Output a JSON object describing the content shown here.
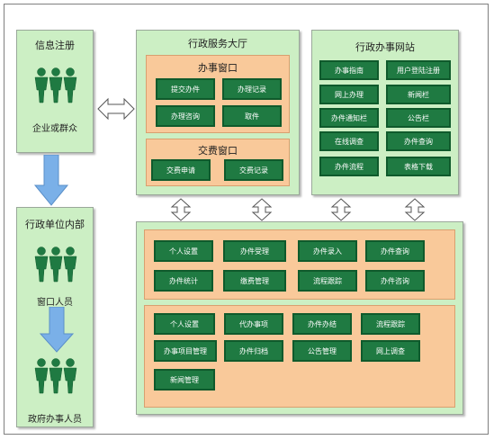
{
  "left": {
    "registration": {
      "title": "信息注册",
      "caption": "企业或群众"
    },
    "internal": {
      "title": "行政单位内部",
      "caption_window": "窗口人员",
      "caption_staff": "政府办事人员"
    }
  },
  "hall": {
    "title": "行政服务大厅",
    "office_window": {
      "title": "办事窗口",
      "buttons": [
        "提交办件",
        "办理记录",
        "办理咨询",
        "取件"
      ]
    },
    "payment_window": {
      "title": "交费窗口",
      "buttons": [
        "交费申请",
        "交费记录"
      ]
    }
  },
  "website": {
    "title": "行政办事网站",
    "buttons": [
      "办事指南",
      "用户登陆注册",
      "网上办理",
      "新闻栏",
      "办件通知栏",
      "公告栏",
      "在线调查",
      "办件查询",
      "办件流程",
      "表格下载"
    ]
  },
  "backend": {
    "top_buttons": [
      "个人设置",
      "办件受理",
      "办件录入",
      "办件查询",
      "办件统计",
      "缴费管理",
      "流程跟踪",
      "办件咨询"
    ],
    "bottom_buttons": [
      "个人设置",
      "代办事项",
      "办件办结",
      "流程跟踪",
      "办事项目管理",
      "办件归档",
      "公告管理",
      "网上调查",
      "新闻管理"
    ]
  }
}
